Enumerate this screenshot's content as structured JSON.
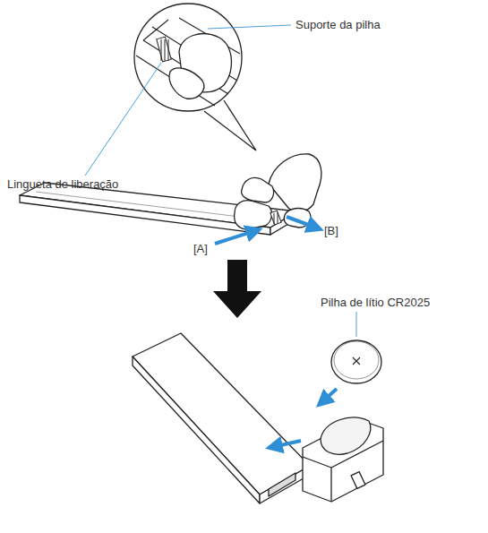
{
  "diagram": {
    "labels": [
      "Suporte da pilha",
      "Lingueta de liberação",
      "[A]",
      "[B]",
      "Pilha de lítio CR2025"
    ]
  }
}
